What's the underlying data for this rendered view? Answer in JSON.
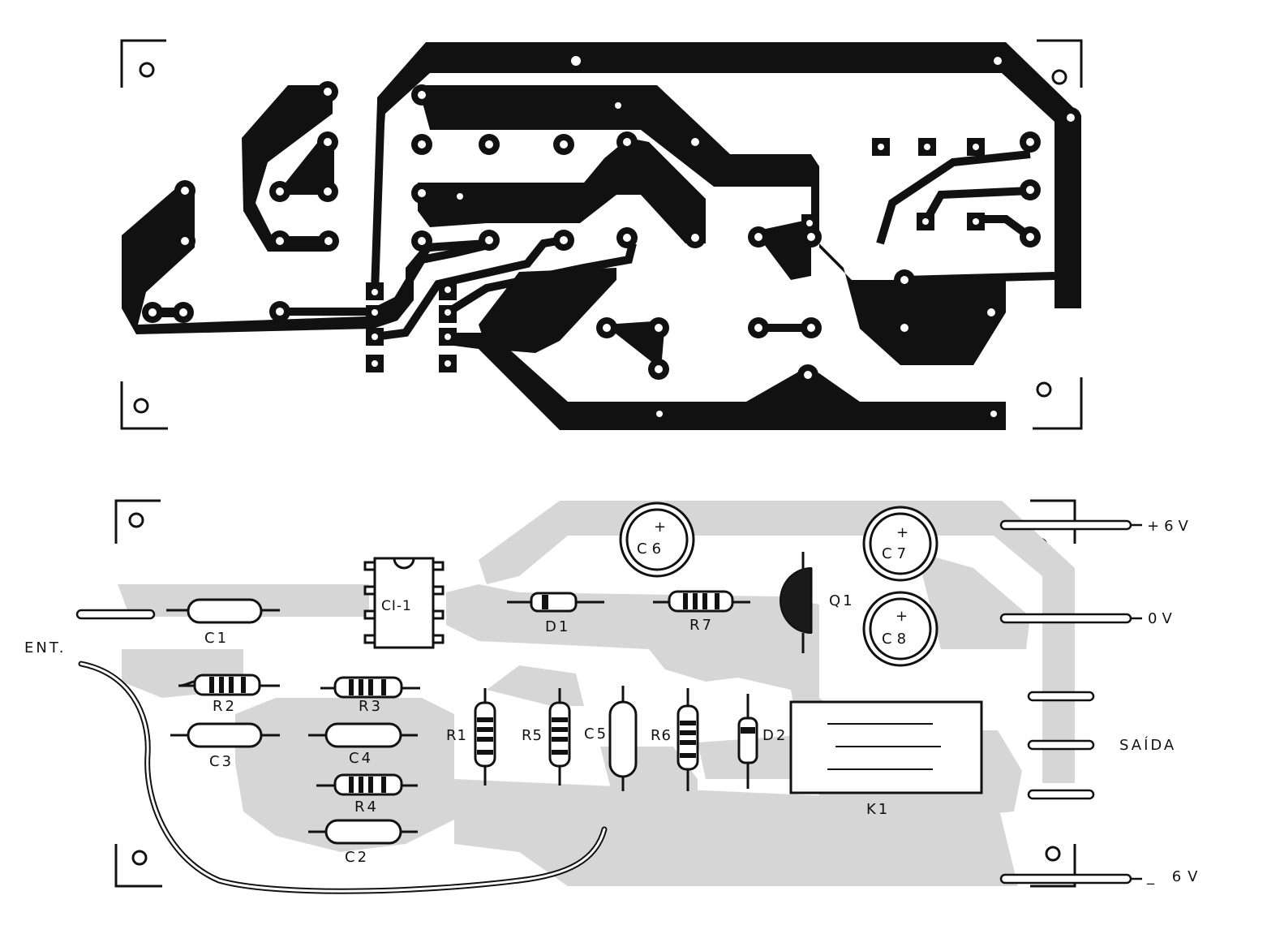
{
  "colors": {
    "copper": "#111111",
    "ghost_copper": "#d6d6d6",
    "paper": "#ffffff",
    "ink": "#111111",
    "component_fill": "#ffffff",
    "transistor": "#1a1a1a"
  },
  "components": {
    "ci1": "CI-1",
    "c1": "C1",
    "c2": "C2",
    "c3": "C3",
    "c4": "C4",
    "c5": "C5",
    "c6": "C6",
    "c7": "C7",
    "c8": "C8",
    "r1": "R1",
    "r2": "R2",
    "r3": "R3",
    "r4": "R4",
    "r5": "R5",
    "r6": "R6",
    "r7": "R7",
    "d1": "D1",
    "d2": "D2",
    "q1": "Q1",
    "k1": "K1",
    "plus": "+"
  },
  "connectors": {
    "input": "ENT.",
    "plus6v": "+6V",
    "zero_v": "0V",
    "output": "SAÍDA",
    "minus6v": "_ 6V"
  }
}
